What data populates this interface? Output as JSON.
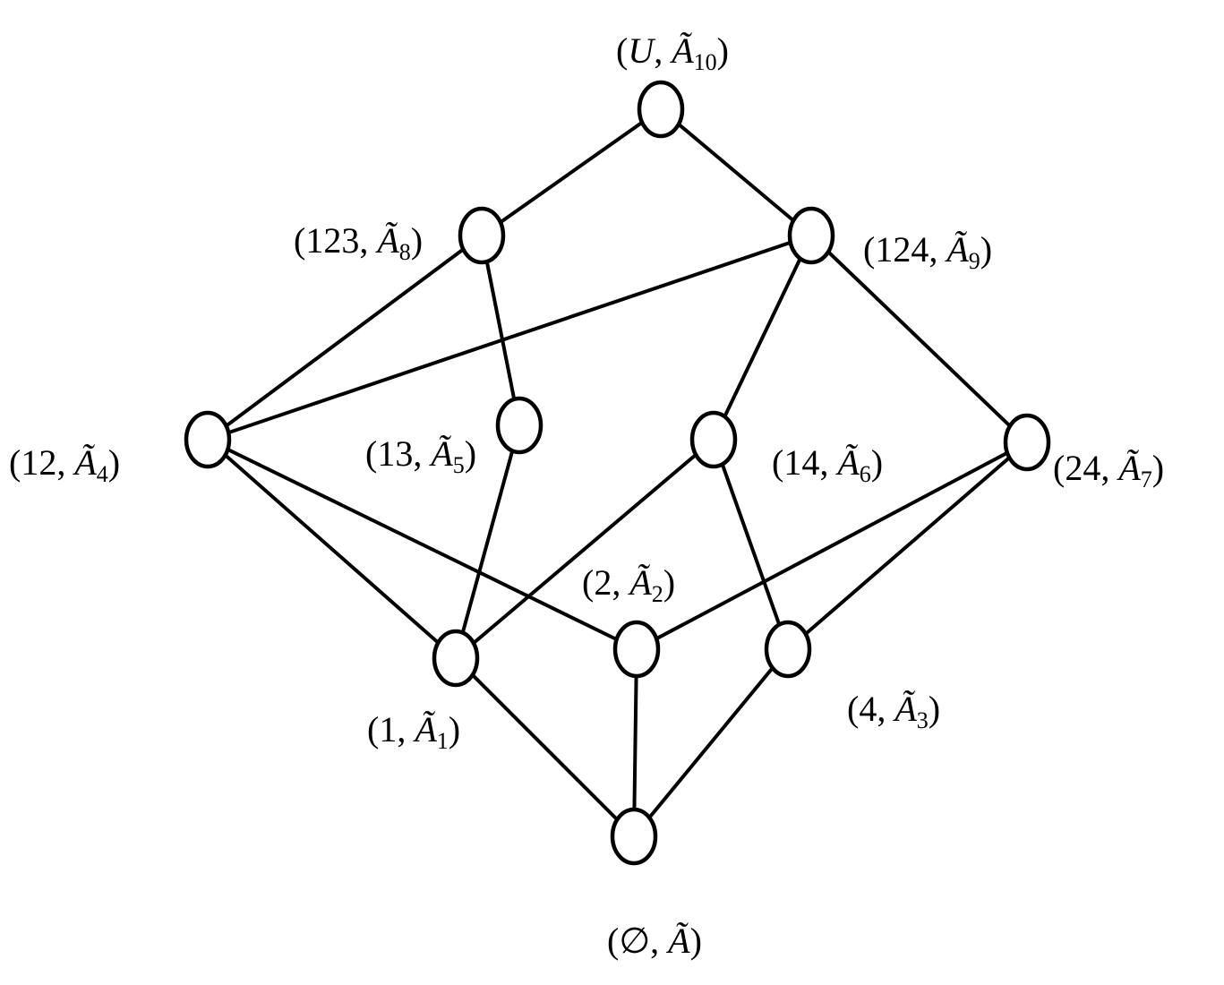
{
  "nodes": [
    {
      "id": "top",
      "set": "U",
      "sub": "10"
    },
    {
      "id": "n123",
      "set": "123",
      "sub": "8"
    },
    {
      "id": "n124",
      "set": "124",
      "sub": "9"
    },
    {
      "id": "n12",
      "set": "12",
      "sub": "4"
    },
    {
      "id": "n13",
      "set": "13",
      "sub": "5"
    },
    {
      "id": "n14",
      "set": "14",
      "sub": "6"
    },
    {
      "id": "n24",
      "set": "24",
      "sub": "7"
    },
    {
      "id": "n2",
      "set": "2",
      "sub": "2"
    },
    {
      "id": "n1",
      "set": "1",
      "sub": "1"
    },
    {
      "id": "n4",
      "set": "4",
      "sub": "3"
    },
    {
      "id": "bot",
      "set": "∅",
      "sub": ""
    }
  ],
  "edges": [
    [
      "top",
      "n123"
    ],
    [
      "top",
      "n124"
    ],
    [
      "n123",
      "n12"
    ],
    [
      "n123",
      "n13"
    ],
    [
      "n124",
      "n12"
    ],
    [
      "n124",
      "n14"
    ],
    [
      "n124",
      "n24"
    ],
    [
      "n12",
      "n1"
    ],
    [
      "n12",
      "n2"
    ],
    [
      "n13",
      "n1"
    ],
    [
      "n14",
      "n1"
    ],
    [
      "n14",
      "n4"
    ],
    [
      "n24",
      "n2"
    ],
    [
      "n24",
      "n4"
    ],
    [
      "n1",
      "bot"
    ],
    [
      "n2",
      "bot"
    ],
    [
      "n4",
      "bot"
    ]
  ]
}
